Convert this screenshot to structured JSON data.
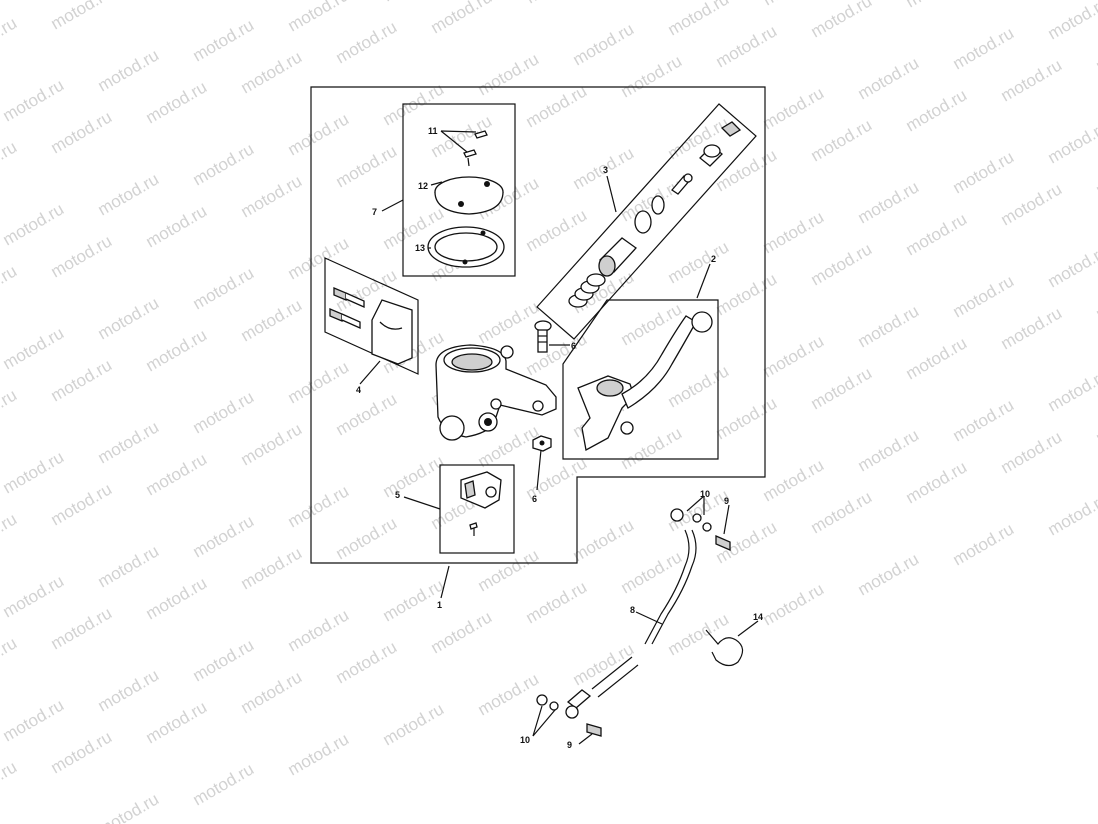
{
  "watermark": {
    "text": "motod.ru"
  },
  "callouts": {
    "c1": "1",
    "c2": "2",
    "c3": "3",
    "c4": "4",
    "c5": "5",
    "c6a": "6",
    "c6b": "6",
    "c7": "7",
    "c8": "8",
    "c9a": "9",
    "c9b": "9",
    "c10a": "10",
    "c10b": "10",
    "c11": "11",
    "c12": "12",
    "c13": "13",
    "c14": "14"
  }
}
